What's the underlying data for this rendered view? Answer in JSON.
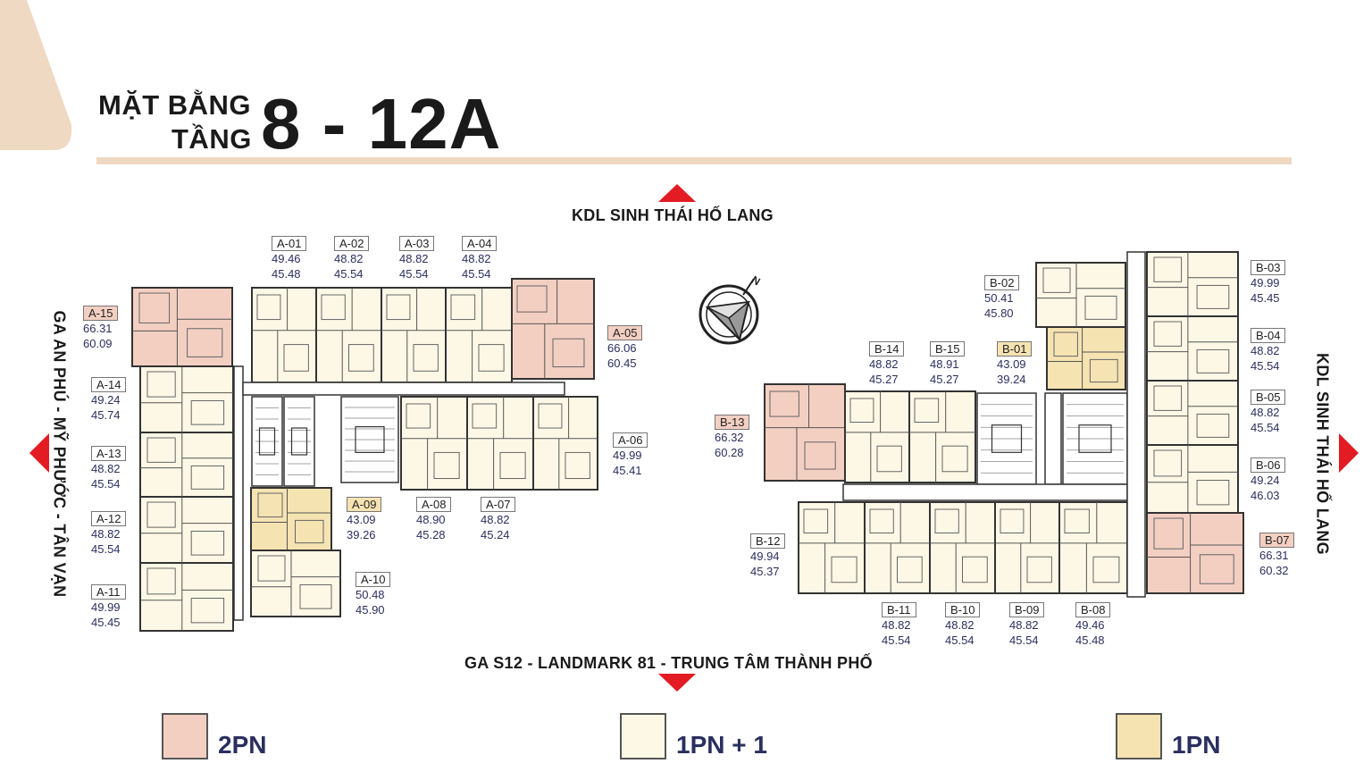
{
  "title": {
    "line1": "MẶT BẰNG",
    "line2": "TẦNG",
    "floors": "8 - 12A"
  },
  "directions": {
    "top": "KDL SINH THÁI HỐ LANG",
    "bottom": "GA S12 - LANDMARK 81 - TRUNG TÂM THÀNH PHỐ",
    "left": "GA AN PHÚ - MỸ PHƯỚC - TÂN VẠN",
    "right": "KDL SINH THÁI HỐ LANG"
  },
  "colors": {
    "type_2pn": "#f3cfc2",
    "type_1pn_plus_1": "#fdf8e6",
    "type_1pn": "#f6e3b2",
    "arrow": "#e31b23",
    "accent_beige": "#efd9c2",
    "label_text": "#2b2f5f"
  },
  "units": [
    {
      "code": "A-01",
      "area1": "49.46",
      "area2": "45.48",
      "type": "1pn1"
    },
    {
      "code": "A-02",
      "area1": "48.82",
      "area2": "45.54",
      "type": "1pn1"
    },
    {
      "code": "A-03",
      "area1": "48.82",
      "area2": "45.54",
      "type": "1pn1"
    },
    {
      "code": "A-04",
      "area1": "48.82",
      "area2": "45.54",
      "type": "1pn1"
    },
    {
      "code": "A-05",
      "area1": "66.06",
      "area2": "60.45",
      "type": "2pn"
    },
    {
      "code": "A-06",
      "area1": "49.99",
      "area2": "45.41",
      "type": "1pn1"
    },
    {
      "code": "A-07",
      "area1": "48.82",
      "area2": "45.24",
      "type": "1pn1"
    },
    {
      "code": "A-08",
      "area1": "48.90",
      "area2": "45.28",
      "type": "1pn1"
    },
    {
      "code": "A-09",
      "area1": "43.09",
      "area2": "39.26",
      "type": "1pn"
    },
    {
      "code": "A-10",
      "area1": "50.48",
      "area2": "45.90",
      "type": "1pn1"
    },
    {
      "code": "A-11",
      "area1": "49.99",
      "area2": "45.45",
      "type": "1pn1"
    },
    {
      "code": "A-12",
      "area1": "48.82",
      "area2": "45.54",
      "type": "1pn1"
    },
    {
      "code": "A-13",
      "area1": "48.82",
      "area2": "45.54",
      "type": "1pn1"
    },
    {
      "code": "A-14",
      "area1": "49.24",
      "area2": "45.74",
      "type": "1pn1"
    },
    {
      "code": "A-15",
      "area1": "66.31",
      "area2": "60.09",
      "type": "2pn"
    },
    {
      "code": "B-01",
      "area1": "43.09",
      "area2": "39.24",
      "type": "1pn"
    },
    {
      "code": "B-02",
      "area1": "50.41",
      "area2": "45.80",
      "type": "1pn1"
    },
    {
      "code": "B-03",
      "area1": "49.99",
      "area2": "45.45",
      "type": "1pn1"
    },
    {
      "code": "B-04",
      "area1": "48.82",
      "area2": "45.54",
      "type": "1pn1"
    },
    {
      "code": "B-05",
      "area1": "48.82",
      "area2": "45.54",
      "type": "1pn1"
    },
    {
      "code": "B-06",
      "area1": "49.24",
      "area2": "46.03",
      "type": "1pn1"
    },
    {
      "code": "B-07",
      "area1": "66.31",
      "area2": "60.32",
      "type": "2pn"
    },
    {
      "code": "B-08",
      "area1": "49.46",
      "area2": "45.48",
      "type": "1pn1"
    },
    {
      "code": "B-09",
      "area1": "48.82",
      "area2": "45.54",
      "type": "1pn1"
    },
    {
      "code": "B-10",
      "area1": "48.82",
      "area2": "45.54",
      "type": "1pn1"
    },
    {
      "code": "B-11",
      "area1": "48.82",
      "area2": "45.54",
      "type": "1pn1"
    },
    {
      "code": "B-12",
      "area1": "49.94",
      "area2": "45.37",
      "type": "1pn1"
    },
    {
      "code": "B-13",
      "area1": "66.32",
      "area2": "60.28",
      "type": "2pn"
    },
    {
      "code": "B-14",
      "area1": "48.82",
      "area2": "45.27",
      "type": "1pn1"
    },
    {
      "code": "B-15",
      "area1": "48.91",
      "area2": "45.27",
      "type": "1pn1"
    }
  ],
  "legend": [
    {
      "label": "2PN",
      "color": "#f3cfc2"
    },
    {
      "label": "1PN + 1",
      "color": "#fdf8e6"
    },
    {
      "label": "1PN",
      "color": "#f6e3b2"
    }
  ]
}
